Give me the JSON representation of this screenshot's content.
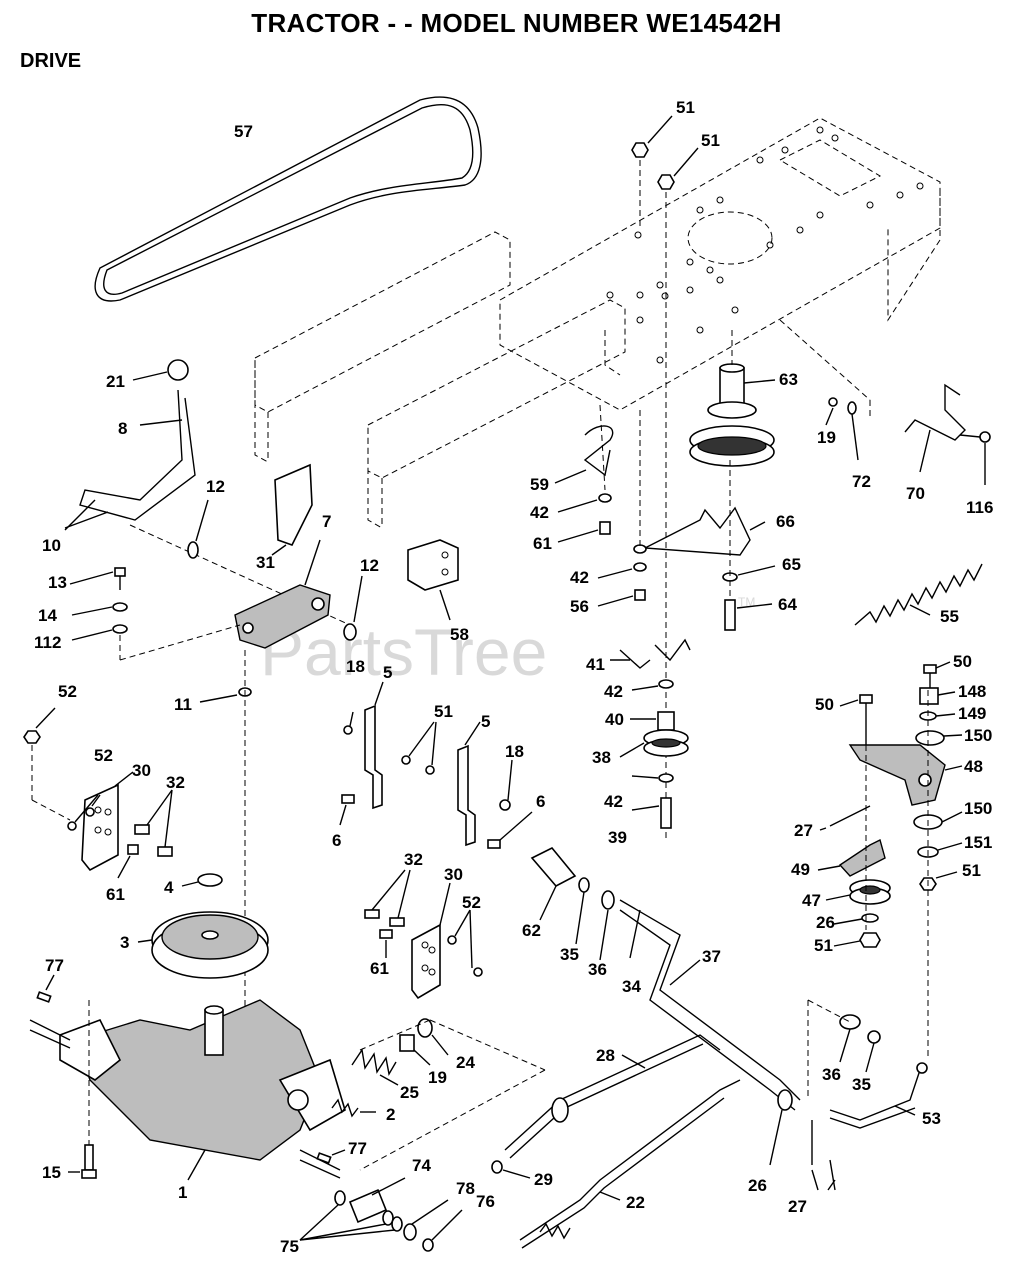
{
  "header": {
    "title": "TRACTOR - - MODEL NUMBER WE14542H",
    "section": "DRIVE"
  },
  "watermark": {
    "text": "PartsTree",
    "trademark": "TM"
  },
  "callouts": [
    {
      "id": "c57",
      "text": "57"
    },
    {
      "id": "c51a",
      "text": "51"
    },
    {
      "id": "c51b",
      "text": "51"
    },
    {
      "id": "c21",
      "text": "21"
    },
    {
      "id": "c8",
      "text": "8"
    },
    {
      "id": "c63",
      "text": "63"
    },
    {
      "id": "c19a",
      "text": "19"
    },
    {
      "id": "c72",
      "text": "72"
    },
    {
      "id": "c70",
      "text": "70"
    },
    {
      "id": "c116",
      "text": "116"
    },
    {
      "id": "c10",
      "text": "10"
    },
    {
      "id": "c12a",
      "text": "12"
    },
    {
      "id": "c31",
      "text": "31"
    },
    {
      "id": "c7",
      "text": "7"
    },
    {
      "id": "c59",
      "text": "59"
    },
    {
      "id": "c42a",
      "text": "42"
    },
    {
      "id": "c61a",
      "text": "61"
    },
    {
      "id": "c66",
      "text": "66"
    },
    {
      "id": "c13",
      "text": "13"
    },
    {
      "id": "c12b",
      "text": "12"
    },
    {
      "id": "c42b",
      "text": "42"
    },
    {
      "id": "c65",
      "text": "65"
    },
    {
      "id": "c14",
      "text": "14"
    },
    {
      "id": "c56",
      "text": "56"
    },
    {
      "id": "c64",
      "text": "64"
    },
    {
      "id": "c55",
      "text": "55"
    },
    {
      "id": "c112",
      "text": "112"
    },
    {
      "id": "c58",
      "text": "58"
    },
    {
      "id": "c41",
      "text": "41"
    },
    {
      "id": "c50a",
      "text": "50"
    },
    {
      "id": "c52a",
      "text": "52"
    },
    {
      "id": "c18a",
      "text": "18"
    },
    {
      "id": "c5a",
      "text": "5"
    },
    {
      "id": "c42c",
      "text": "42"
    },
    {
      "id": "c148",
      "text": "148"
    },
    {
      "id": "c11",
      "text": "11"
    },
    {
      "id": "c50b",
      "text": "50"
    },
    {
      "id": "c149",
      "text": "149"
    },
    {
      "id": "c51c",
      "text": "51"
    },
    {
      "id": "c5b",
      "text": "5"
    },
    {
      "id": "c40",
      "text": "40"
    },
    {
      "id": "c150a",
      "text": "150"
    },
    {
      "id": "c52b",
      "text": "52"
    },
    {
      "id": "c30a",
      "text": "30"
    },
    {
      "id": "c18b",
      "text": "18"
    },
    {
      "id": "c38",
      "text": "38"
    },
    {
      "id": "c48",
      "text": "48"
    },
    {
      "id": "c32a",
      "text": "32"
    },
    {
      "id": "c6a",
      "text": "6"
    },
    {
      "id": "c42d",
      "text": "42"
    },
    {
      "id": "c27a",
      "text": "27"
    },
    {
      "id": "c150b",
      "text": "150"
    },
    {
      "id": "c6b",
      "text": "6"
    },
    {
      "id": "c39",
      "text": "39"
    },
    {
      "id": "c151",
      "text": "151"
    },
    {
      "id": "c61b",
      "text": "61"
    },
    {
      "id": "c32b",
      "text": "32"
    },
    {
      "id": "c30b",
      "text": "30"
    },
    {
      "id": "c49",
      "text": "49"
    },
    {
      "id": "c51d",
      "text": "51"
    },
    {
      "id": "c4",
      "text": "4"
    },
    {
      "id": "c52c",
      "text": "52"
    },
    {
      "id": "c47",
      "text": "47"
    },
    {
      "id": "c62",
      "text": "62"
    },
    {
      "id": "c26a",
      "text": "26"
    },
    {
      "id": "c3",
      "text": "3"
    },
    {
      "id": "c35a",
      "text": "35"
    },
    {
      "id": "c36a",
      "text": "36"
    },
    {
      "id": "c51e",
      "text": "51"
    },
    {
      "id": "c61c",
      "text": "61"
    },
    {
      "id": "c37",
      "text": "37"
    },
    {
      "id": "c34",
      "text": "34"
    },
    {
      "id": "c77a",
      "text": "77"
    },
    {
      "id": "c24",
      "text": "24"
    },
    {
      "id": "c28",
      "text": "28"
    },
    {
      "id": "c36b",
      "text": "36"
    },
    {
      "id": "c35b",
      "text": "35"
    },
    {
      "id": "c19b",
      "text": "19"
    },
    {
      "id": "c25",
      "text": "25"
    },
    {
      "id": "c53",
      "text": "53"
    },
    {
      "id": "c2",
      "text": "2"
    },
    {
      "id": "c77b",
      "text": "77"
    },
    {
      "id": "c15",
      "text": "15"
    },
    {
      "id": "c1",
      "text": "1"
    },
    {
      "id": "c29",
      "text": "29"
    },
    {
      "id": "c26b",
      "text": "26"
    },
    {
      "id": "c74",
      "text": "74"
    },
    {
      "id": "c78",
      "text": "78"
    },
    {
      "id": "c76",
      "text": "76"
    },
    {
      "id": "c22",
      "text": "22"
    },
    {
      "id": "c27b",
      "text": "27"
    },
    {
      "id": "c75",
      "text": "75"
    }
  ]
}
